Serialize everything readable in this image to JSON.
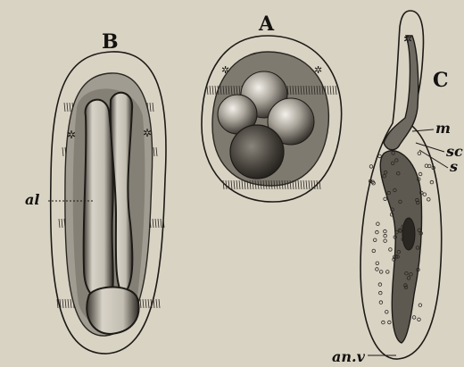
{
  "figure": {
    "panels": [
      {
        "id": "B",
        "label": "B"
      },
      {
        "id": "A",
        "label": "A"
      },
      {
        "id": "C",
        "label": "C"
      }
    ],
    "annotations": {
      "al": "al",
      "m": "m",
      "sc": "sc",
      "s": "s",
      "anv": "an.v"
    },
    "colors": {
      "paper": "#d9d3c4",
      "ink": "#1d1a16",
      "dark_tissue": "#5a554c",
      "mid_tissue": "#8f8a80",
      "light_tissue": "#c6c1b6"
    }
  }
}
